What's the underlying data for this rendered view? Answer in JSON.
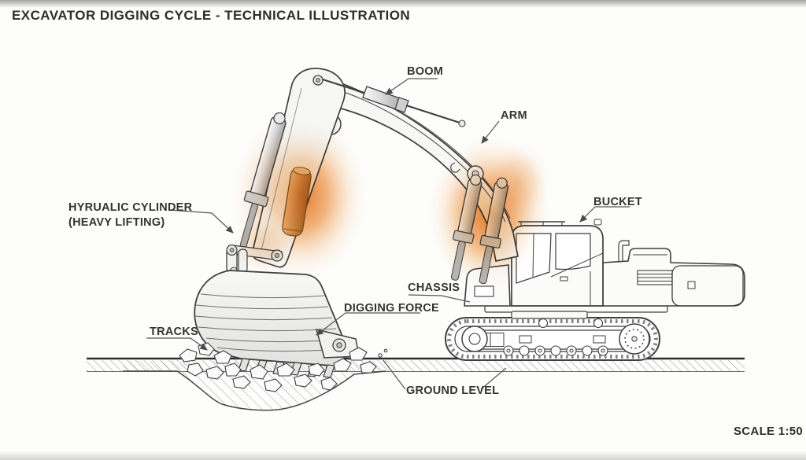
{
  "title": "EXCAVATOR DIGGING CYCLE - TECHNICAL ILLUSTRATION",
  "scale_label": "SCALE 1:50",
  "part_labels": {
    "boom": "BOOM",
    "arm": "ARM",
    "bucket": "BUCKET",
    "hydraulic_line1": "HYRUALIC CYLINDER",
    "hydraulic_line2": "(HEAVY LIFTING)",
    "chassis": "CHASSIS",
    "digging_force": "DIGGING FORCE",
    "tracks": "TRACKS",
    "ground_level": "GROUND LEVEL"
  },
  "colors": {
    "paper": "#fdfdfc",
    "line": "#3f3f3f",
    "leader": "#555555",
    "glow_highlight": "#f09a4c",
    "text": "#333333"
  }
}
